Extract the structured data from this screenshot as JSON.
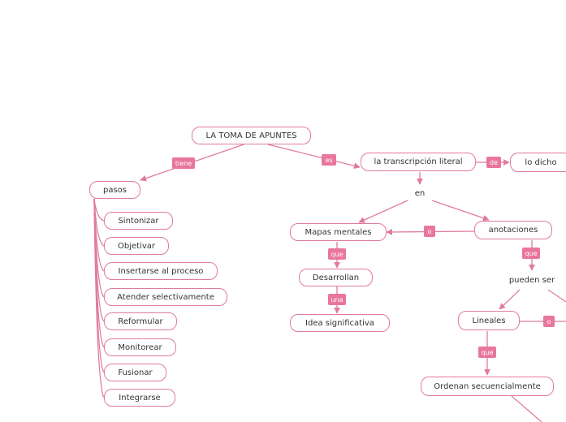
{
  "colors": {
    "line": "#e07aa0",
    "tag_bg": "#e8769e",
    "text": "#333333"
  },
  "nodes": {
    "root": "LA TOMA DE APUNTES",
    "pasos": "pasos",
    "transcripcion": "la transcripción literal",
    "lo_dicho": "lo dicho",
    "en": "en",
    "mapas": "Mapas mentales",
    "anotaciones": "anotaciones",
    "desarrollan": "Desarrollan",
    "idea": "Idea significativa",
    "pueden_ser": "pueden ser",
    "lineales": "Lineales",
    "ordenan": "Ordenan secuencialmente"
  },
  "steps": [
    "Sintonizar",
    "Objetivar",
    "Insertarse al proceso",
    "Atender selectivamente",
    "Reformular",
    "Monitorear",
    "Fusionar",
    "Integrarse"
  ],
  "links": {
    "tiene": "tiene",
    "es": "es",
    "de": "de",
    "o1": "o",
    "que1": "que",
    "una": "una",
    "que2": "que",
    "o2": "o",
    "que3": "que"
  }
}
